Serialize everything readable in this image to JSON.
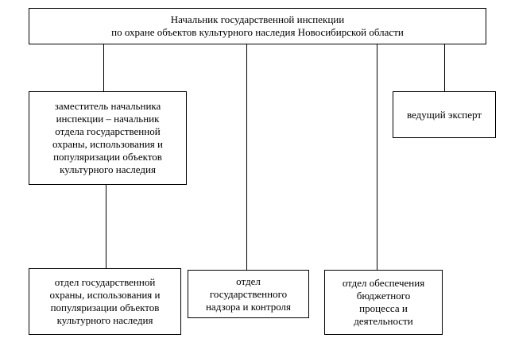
{
  "chart": {
    "head": "Начальник государственной инспекции\nпо охране объектов культурного наследия Новосибирской области",
    "deputy": "заместитель начальника\nинспекции – начальник\nотдела государственной\nохраны, использования и\nпопуляризации объектов\nкультурного наследия",
    "expert": "ведущий эксперт",
    "dept_protection": "отдел государственной\nохраны, использования и\nпопуляризации объектов\nкультурного наследия",
    "dept_supervision": "отдел\nгосударственного\nнадзора и контроля",
    "dept_budget": "отдел обеспечения\nбюджетного\nпроцесса и\nдеятельности"
  }
}
